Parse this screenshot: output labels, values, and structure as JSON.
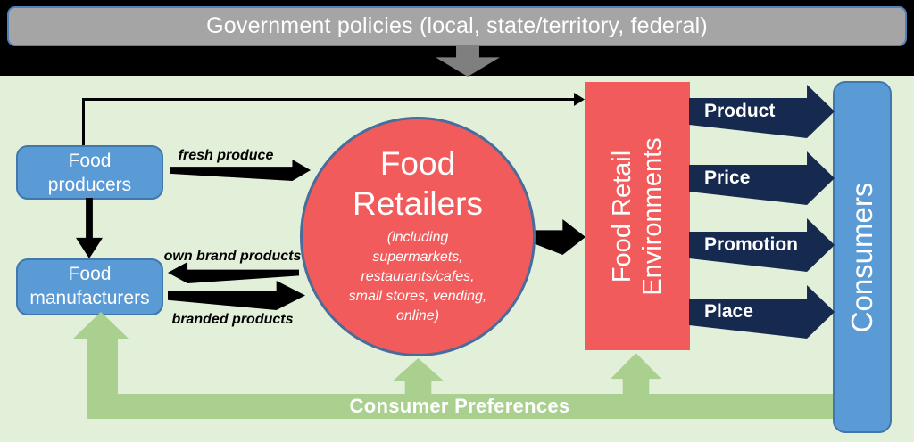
{
  "header": {
    "title": "Government policies (local, state/territory, federal)"
  },
  "producers": {
    "label": "Food\nproducers"
  },
  "manufacturers": {
    "label": "Food\nmanufacturers"
  },
  "flow_labels": {
    "fresh": "fresh produce",
    "own_brand": "own brand products",
    "branded": "branded products"
  },
  "retailers": {
    "title_line1": "Food",
    "title_line2": "Retailers",
    "subtitle": "(including\nsupermarkets,\nrestaurants/cafes,\nsmall stores, vending,\nonline)"
  },
  "retail_environments": {
    "line1": "Food Retail",
    "line2": "Environments"
  },
  "marketing_mix": [
    {
      "label": "Product"
    },
    {
      "label": "Price"
    },
    {
      "label": "Promotion"
    },
    {
      "label": "Place"
    }
  ],
  "consumers": {
    "label": "Consumers"
  },
  "preferences": {
    "label": "Consumer Preferences"
  },
  "colors": {
    "panel_green": "#e2efd9",
    "flow_green": "#a9d08e",
    "box_blue": "#5b9bd5",
    "accent_red": "#f25b5b",
    "navy": "#16294e",
    "bar_gray": "#a5a5a5",
    "bar_border_blue": "#4f81bd",
    "background": "#000000"
  }
}
